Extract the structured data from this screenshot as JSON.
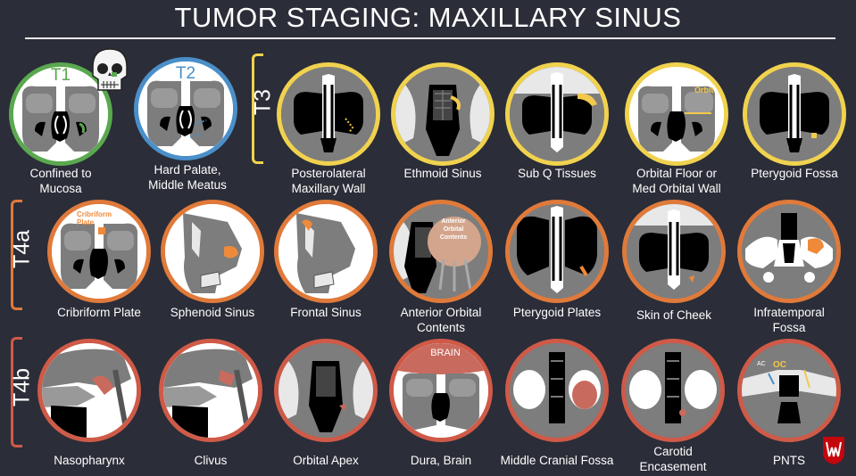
{
  "title": "TUMOR STAGING: MAXILLARY SINUS",
  "stages": {
    "t3": "T3",
    "t4a": "T4a",
    "t4b": "T4b"
  },
  "colors": {
    "t1": "#5aa84f",
    "t2": "#4a8fc9",
    "t3": "#f0d24e",
    "t4a": "#e07a3a",
    "t4b": "#cf5a48",
    "tumor_yellow": "#f2c94c",
    "tumor_orange": "#ef8a3a",
    "tumor_red": "#c96a5e"
  },
  "row1": [
    {
      "badge": "T1",
      "caption_lines": [
        "Confined to",
        "Mucosa"
      ]
    },
    {
      "badge": "T2",
      "caption_lines": [
        "Hard Palate,",
        "Middle Meatus"
      ]
    },
    {
      "caption_lines": [
        "Posterolateral",
        "Maxillary Wall"
      ]
    },
    {
      "caption_lines": [
        "Ethmoid Sinus"
      ]
    },
    {
      "caption_lines": [
        "Sub Q Tissues"
      ]
    },
    {
      "inset": "Orbit",
      "caption_lines": [
        "Orbital Floor or",
        "Med Orbital Wall"
      ]
    },
    {
      "caption_lines": [
        "Pterygoid Fossa"
      ]
    }
  ],
  "row2": [
    {
      "inset": "Cribriform Plate",
      "caption_lines": [
        "Cribriform Plate"
      ]
    },
    {
      "caption_lines": [
        "Sphenoid Sinus"
      ]
    },
    {
      "caption_lines": [
        "Frontal Sinus"
      ]
    },
    {
      "inset_lines": [
        "Anterior",
        "Orbital",
        "Contents"
      ],
      "caption_lines": [
        "Anterior Orbital",
        "Contents"
      ]
    },
    {
      "caption_lines": [
        "Pterygoid Plates"
      ]
    },
    {
      "caption_lines": [
        "Skin of Cheek"
      ]
    },
    {
      "caption_lines": [
        "Infratemporal",
        "Fossa"
      ]
    }
  ],
  "row3": [
    {
      "caption_lines": [
        "Nasopharynx"
      ]
    },
    {
      "caption_lines": [
        "Clivus"
      ]
    },
    {
      "caption_lines": [
        "Orbital Apex"
      ]
    },
    {
      "inset": "BRAIN",
      "caption_lines": [
        "Dura, Brain"
      ]
    },
    {
      "caption_lines": [
        "Middle Cranial Fossa"
      ]
    },
    {
      "caption_lines": [
        "Carotid",
        "Encasement"
      ]
    },
    {
      "inset_oc": "OC",
      "inset_ac": "AC",
      "caption_lines": [
        "PNTS"
      ]
    }
  ],
  "logo": {
    "letter": "W"
  }
}
